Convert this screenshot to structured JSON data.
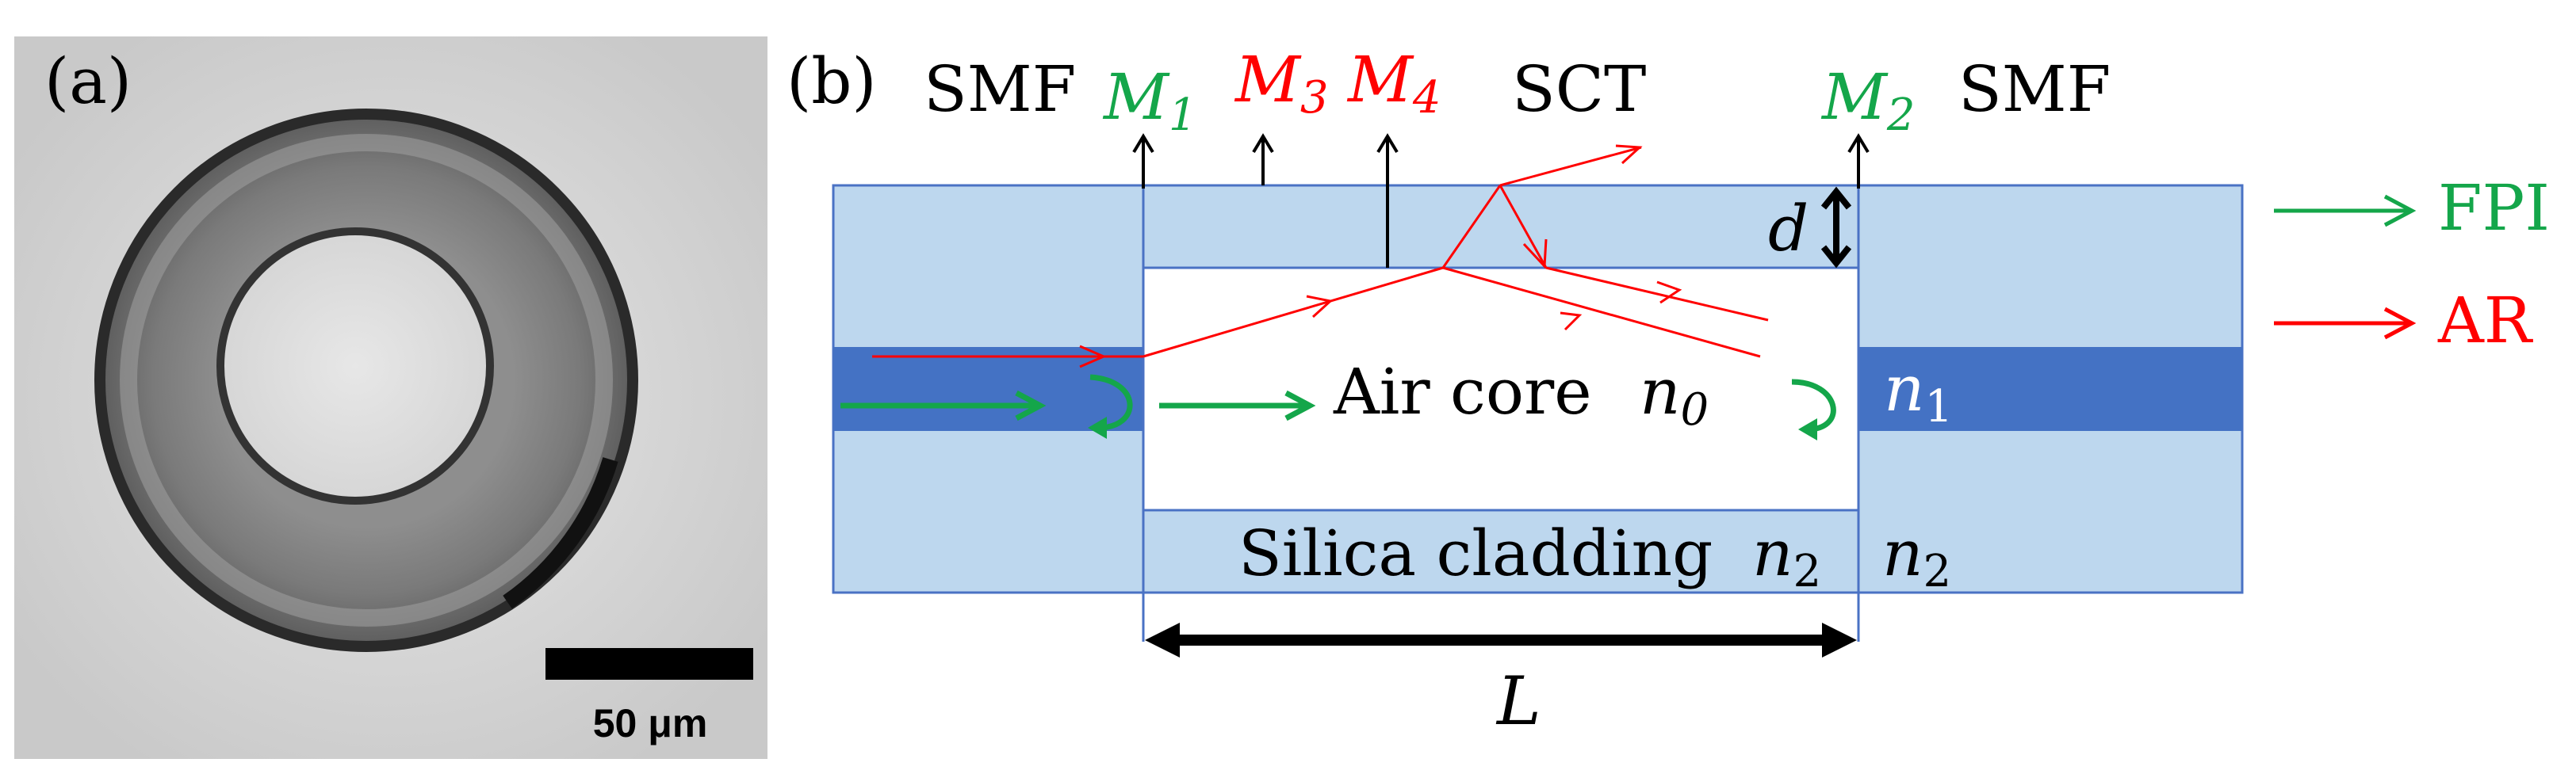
{
  "panel_a": {
    "label": "(a)",
    "scalebar_label": "50 μm"
  },
  "panel_b": {
    "label": "(b)",
    "labels": {
      "smf_left": "SMF",
      "sct": "SCT",
      "smf_right": "SMF",
      "m1": "M",
      "m1_sub": "1",
      "m2": "M",
      "m2_sub": "2",
      "m3": "M",
      "m3_sub": "3",
      "m4": "M",
      "m4_sub": "4",
      "d": "d",
      "L": "L",
      "air_core": "Air core",
      "n0": "n",
      "n0_sub": "0",
      "n1": "n",
      "n1_sub": "1",
      "n2_cladding": "n",
      "n2_cladding_sub": "2",
      "n2_right": "n",
      "n2_right_sub": "2",
      "silica_cladding": "Silica cladding"
    },
    "legend": {
      "fpi": "FPI",
      "ar": "AR"
    }
  },
  "colors": {
    "green": "#14a64a",
    "red": "#ff0000",
    "fiber_light": "#bdd7ee",
    "fiber_core": "#4472c4",
    "outline": "#4a72c4"
  }
}
